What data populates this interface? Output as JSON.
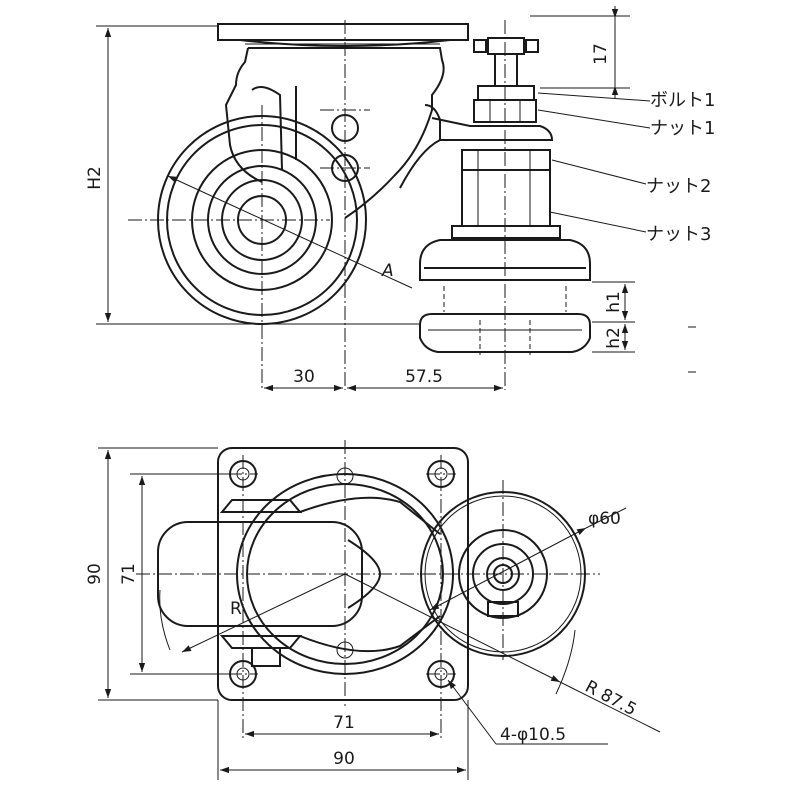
{
  "side_view": {
    "dimensions": {
      "height_total": "H2",
      "bolt_protrusion": "17",
      "offset_left": "30",
      "offset_right": "57.5",
      "pad_height_1": "h1",
      "pad_height_2": "h2",
      "swivel_radius_mark": "A"
    },
    "callouts": {
      "bolt_1": "ボルト1",
      "nut_1": "ナット1",
      "nut_2": "ナット2",
      "nut_3": "ナット3"
    }
  },
  "top_view": {
    "dimensions": {
      "plate_height": "90",
      "bolt_pitch_vertical": "71",
      "bolt_pitch_horizontal": "71",
      "plate_width": "90",
      "swivel_radius": "R",
      "pad_diameter": "φ60",
      "outer_radius": "R 87.5",
      "mount_holes": "4-φ10.5"
    }
  }
}
